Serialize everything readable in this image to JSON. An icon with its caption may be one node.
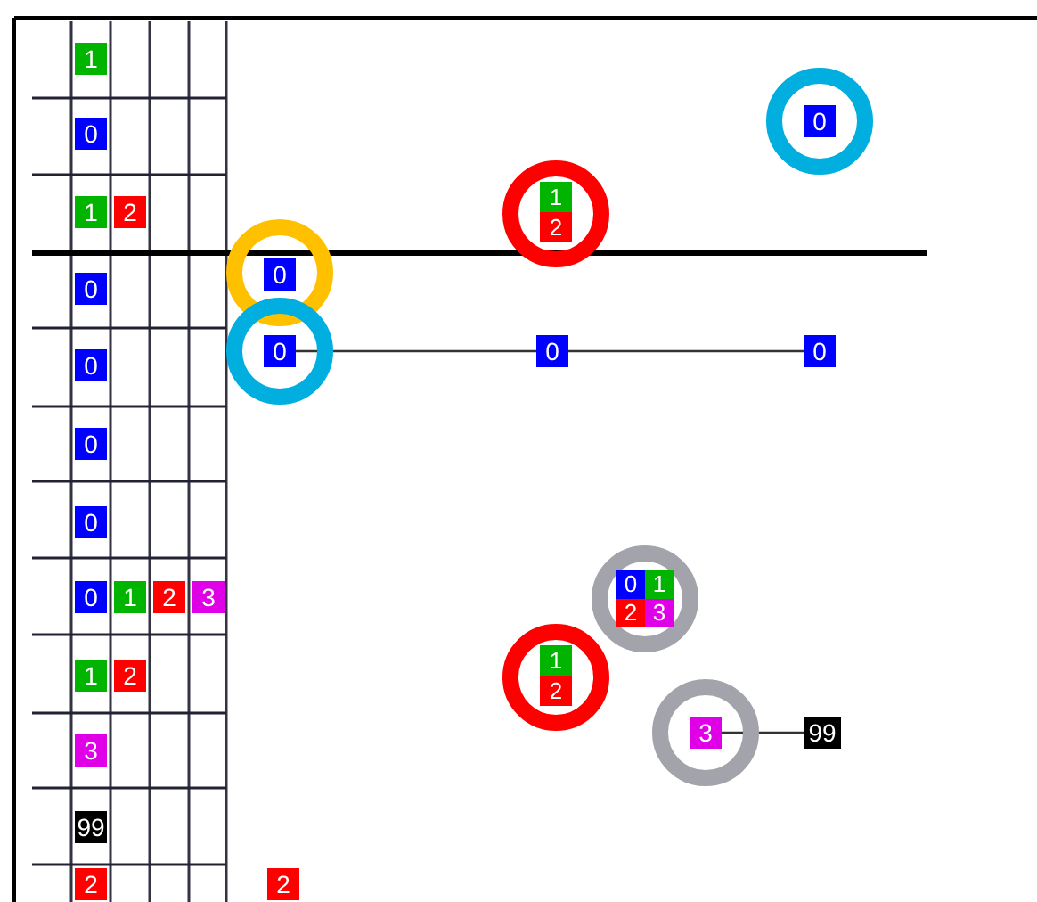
{
  "diagram": {
    "nodes": [
      {
        "text": [
          "1"
        ]
      },
      {
        "text": [
          "0"
        ]
      },
      {
        "text": [
          "1"
        ]
      },
      {
        "text": [
          "2"
        ]
      },
      {
        "text": [
          "0"
        ]
      },
      {
        "text": [
          "0"
        ]
      },
      {
        "text": [
          "0"
        ]
      },
      {
        "text": [
          "0"
        ]
      },
      {
        "text": [
          "0"
        ]
      },
      {
        "text": [
          "1"
        ]
      },
      {
        "text": [
          "2"
        ]
      },
      {
        "text": [
          "3"
        ]
      },
      {
        "text": [
          "1"
        ]
      },
      {
        "text": [
          "2"
        ]
      },
      {
        "text": [
          "3"
        ]
      },
      {
        "text": [
          "99"
        ]
      },
      {
        "text": [
          "2"
        ]
      },
      {
        "text": [],
        "shape": "circle"
      },
      {
        "text": [
          "0"
        ],
        "in": 17
      },
      {
        "text": [],
        "shape": "circle"
      },
      {
        "text": [
          "1"
        ],
        "in": 19
      },
      {
        "text": [
          "2"
        ],
        "in": 19
      },
      {
        "text": [],
        "shape": "circle"
      },
      {
        "text": [
          "0"
        ],
        "in": 22
      },
      {
        "text": [],
        "shape": "circle"
      },
      {
        "text": [
          "0"
        ],
        "in": 24
      },
      {
        "text": [
          "0"
        ]
      },
      {
        "text": [
          "0"
        ]
      },
      {
        "text": [],
        "shape": "circle"
      },
      {
        "text": [
          "0"
        ],
        "in": 28
      },
      {
        "text": [
          "1"
        ],
        "in": 28
      },
      {
        "text": [
          "2"
        ],
        "in": 28
      },
      {
        "text": [
          "3"
        ],
        "in": 28
      },
      {
        "text": [],
        "shape": "circle"
      },
      {
        "text": [
          "1"
        ],
        "in": 33
      },
      {
        "text": [
          "2"
        ],
        "in": 33
      },
      {
        "text": [],
        "shape": "circle"
      },
      {
        "text": [
          "3"
        ],
        "in": 36
      },
      {
        "text": [
          "99"
        ]
      },
      {
        "text": [
          "2"
        ]
      }
    ],
    "edges": [
      {
        "from": 25,
        "to": 26,
        "arrow": "none"
      },
      {
        "from": 26,
        "to": 27,
        "arrow": "none"
      },
      {
        "from": 37,
        "to": 38,
        "arrow": "none"
      }
    ]
  }
}
